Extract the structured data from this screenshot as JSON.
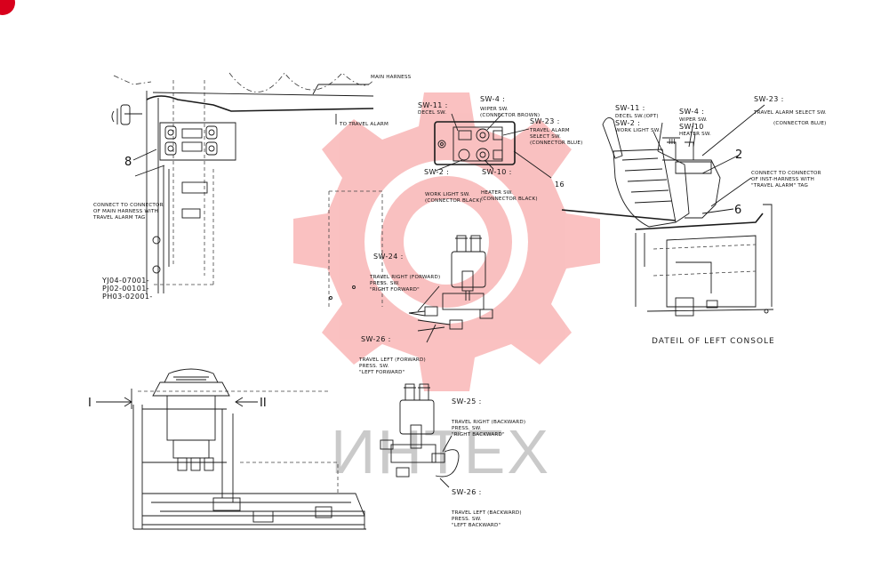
{
  "colors": {
    "watermark_red": "#f26b6b",
    "watermark_gray": "#b9b9b9",
    "line": "#1a1a1a",
    "corner_badge": "#d8001c"
  },
  "left_view": {
    "main_harness": "MAIN HARNESS",
    "to_travel_alarm": "TO TRAVEL ALARM",
    "callout_8": "8",
    "connect_note": [
      "CONNECT TO CONNECTOR",
      "OF MAIN HARNESS WITH",
      "TRAVEL ALARM TAG"
    ],
    "serials": [
      "YJ04-07001-",
      "PJ02-00101-",
      "PH03-02001-"
    ]
  },
  "switch_panel": {
    "sw11": "SW-11 :",
    "sw11_desc": "DECEL SW.",
    "sw4": "SW-4 :",
    "sw4_desc": [
      "WIPER SW.",
      "(CONNECTOR BROWN)"
    ],
    "sw23": "SW-23 :",
    "sw23_desc": [
      "TRAVEL ALARM",
      "SELECT SW.",
      "(CONNECTOR BLUE)"
    ],
    "sw2": "SW-2 :",
    "sw10": "SW-10 :",
    "callout_16": "16",
    "work_light": [
      "WORK LIGHT SW.",
      "(CONNECTOR BLACK)"
    ],
    "heater": [
      "HEATER SW.",
      "(CONNECTOR BLACK)"
    ]
  },
  "pressure_switches": {
    "sw24": "SW-24 :",
    "travel_right_fwd": [
      "TRAVEL RIGHT (FORWARD)",
      "PRESS. SW.",
      "\"RIGHT FORWARD\""
    ],
    "sw26a": "SW-26 :",
    "travel_left_fwd": [
      "TRAVEL LEFT (FORWARD)",
      "PRESS. SW.",
      "\"LEFT FORWARD\""
    ],
    "sw25": "SW-25 :",
    "travel_right_bwd": [
      "TRAVEL RIGHT (BACKWARD)",
      "PRESS. SW.",
      "\"RIGHT BACKWARD\""
    ],
    "sw26b": "SW-26 :",
    "travel_left_bwd": [
      "TRAVEL LEFT (BACKWARD)",
      "PRESS. SW.",
      "\"LEFT BACKWARD\""
    ]
  },
  "right_view": {
    "sw11": "SW-11 :",
    "sw11_desc": "DECEL SW.(OPT)",
    "sw2": "SW-2 :",
    "sw2_desc": "WORK LIGHT SW.",
    "sw4": "SW-4 :",
    "sw4_desc": "WIPER SW.",
    "sw10": "SW-10",
    "sw10_desc": "HEATER SW.",
    "sw23": "SW-23 :",
    "sw23_desc": [
      "TRAVEL ALARM SELECT SW.",
      "(CONNECTOR BLUE)"
    ],
    "connect_note": [
      "CONNECT TO CONNECTOR",
      "OF INST-HARNESS WITH",
      "\"TRAVEL ALARM\" TAG"
    ],
    "view_mark": "III",
    "callout_2": "2",
    "callout_6": "6",
    "caption": "DATEIL OF LEFT CONSOLE"
  },
  "bottom_view": {
    "arrow_i": "I",
    "arrow_ii": "II"
  },
  "watermark": {
    "text": "ИНТЕХ"
  }
}
